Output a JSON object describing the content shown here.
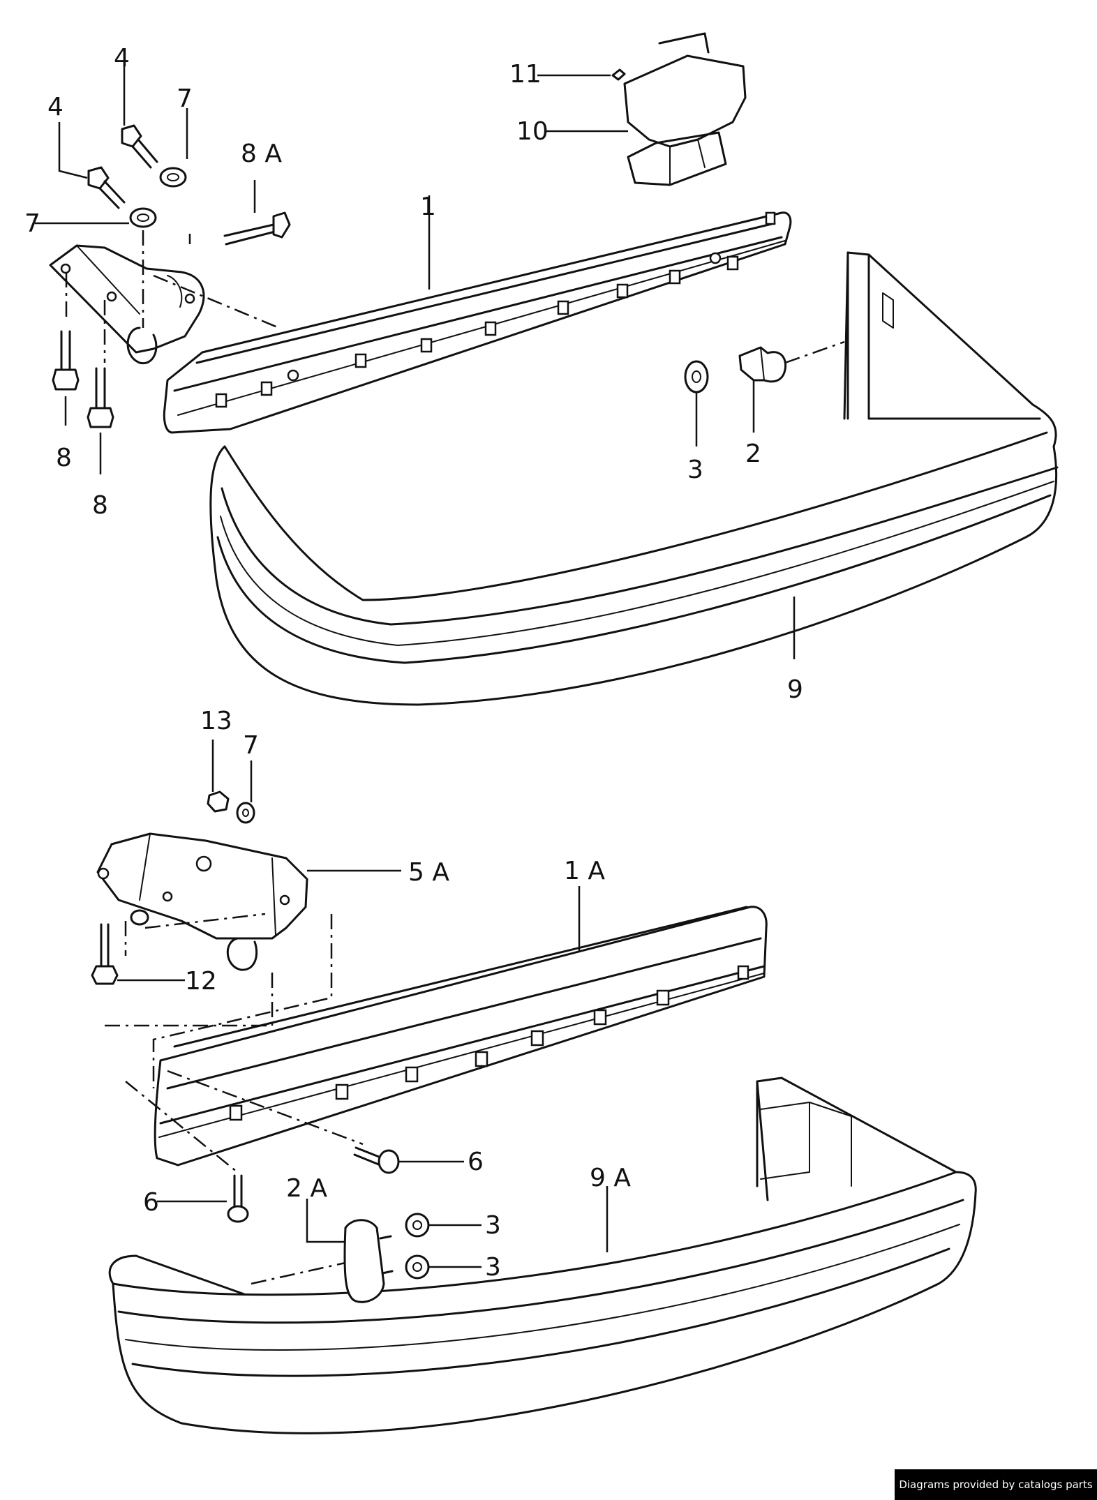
{
  "callouts": {
    "c_4a": "4",
    "c_4b": "4",
    "c_7a": "7",
    "c_7b": "7",
    "c_8A": "8 A",
    "c_1": "1",
    "c_11": "11",
    "c_10": "10",
    "c_8a": "8",
    "c_8b": "8",
    "c_3a": "3",
    "c_2": "2",
    "c_9": "9",
    "c_13": "13",
    "c_7c": "7",
    "c_5A": "5 A",
    "c_1A": "1 A",
    "c_12": "12",
    "c_6a": "6",
    "c_6b": "6",
    "c_2A": "2 A",
    "c_9A": "9 A",
    "c_3b": "3",
    "c_3c": "3"
  },
  "credit": "Diagrams provided by catalogs parts"
}
